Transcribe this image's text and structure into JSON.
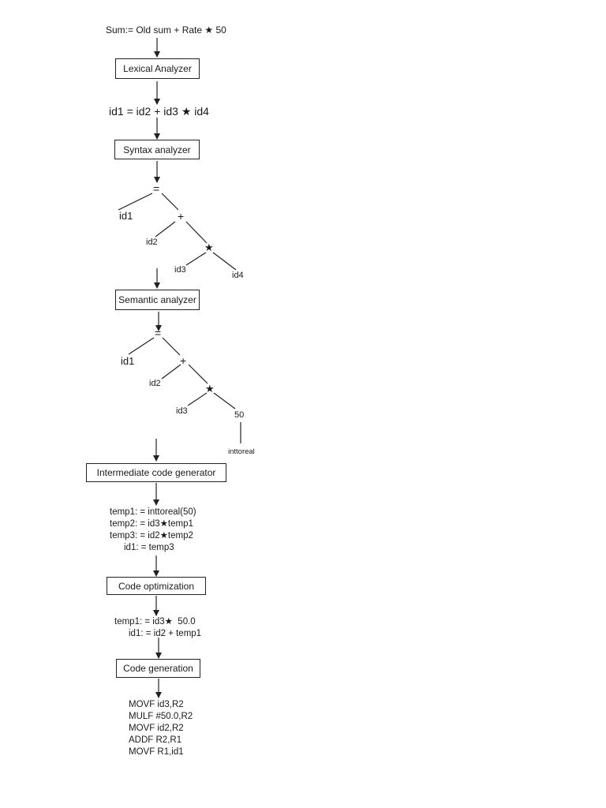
{
  "input_statement": "Sum:= Old sum + Rate ★ 50",
  "stages": {
    "lexical": "Lexical Analyzer",
    "syntax": "Syntax analyzer",
    "semantic": "Semantic analyzer",
    "intermediate": "Intermediate code generator",
    "optimization": "Code optimization",
    "generation": "Code generation"
  },
  "token_stream": "id1 = id2 + id3 ★ id4",
  "syntax_tree": {
    "root": "=",
    "id1": "id1",
    "plus": "+",
    "id2": "id2",
    "times": "★",
    "id3": "id3",
    "id4": "id4"
  },
  "semantic_tree": {
    "root": "=",
    "id1": "id1",
    "plus": "+",
    "id2": "id2",
    "times": "★",
    "id3": "id3",
    "const": "50",
    "conv": "inttoreal"
  },
  "intermediate_code": [
    "temp1: = inttoreal(50)",
    "temp2: = id3★temp1",
    "temp3: = id2★temp2",
    "id1: = temp3"
  ],
  "optimized_code": [
    "temp1: = id3★  50.0",
    "id1: = id2 + temp1"
  ],
  "target_code": [
    "MOVF id3,R2",
    "MULF #50.0,R2",
    "MOVF id2,R2",
    "ADDF R2,R1",
    "MOVF R1,id1"
  ]
}
